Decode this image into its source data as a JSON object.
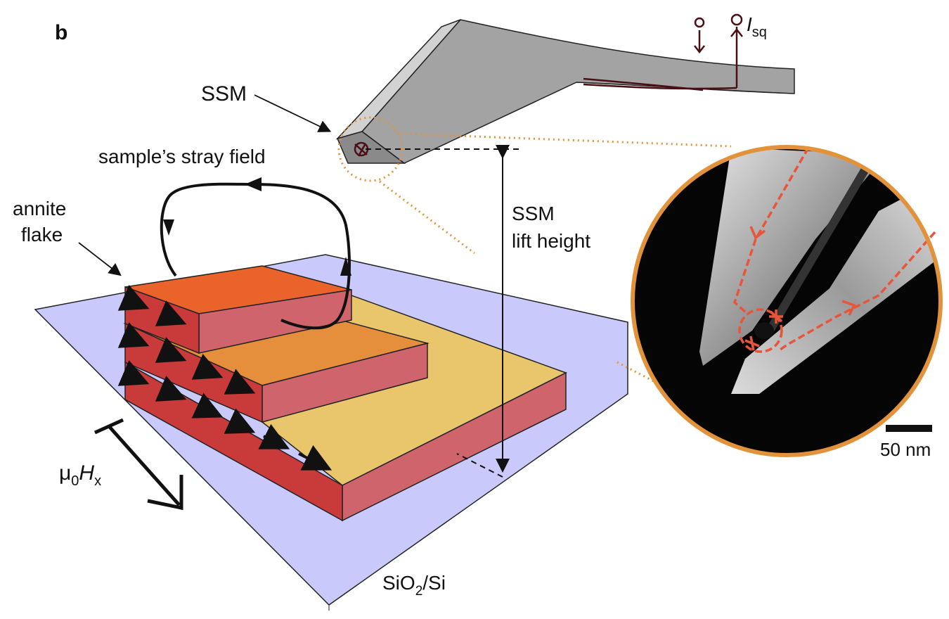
{
  "panel_label": "b",
  "labels": {
    "ssm": "SSM",
    "stray_field": "sample’s stray field",
    "annite_line1": "annite",
    "annite_line2": "flake",
    "lift_line1": "SSM",
    "lift_line2": "lift height",
    "field_mu": "μ",
    "field_mu_sub": "0",
    "field_h": "H",
    "field_h_sub": "x",
    "substrate_a": "SiO",
    "substrate_sub": "2",
    "substrate_b": "/Si",
    "current_i": "I",
    "current_sub": "sq",
    "scale_bar": "50 nm"
  },
  "colors": {
    "substrate": "#c9c9fb",
    "layer_top": "#e9632b",
    "layer_mid": "#e58f3d",
    "layer_bottom": "#e9c66c",
    "front_face": "#d0646c",
    "side_face": "#c93a3a",
    "cantilever": "#a3a3a3",
    "zoom_ring": "#e3923c",
    "current_path": "#e8553a",
    "wire": "#4a0f14"
  }
}
